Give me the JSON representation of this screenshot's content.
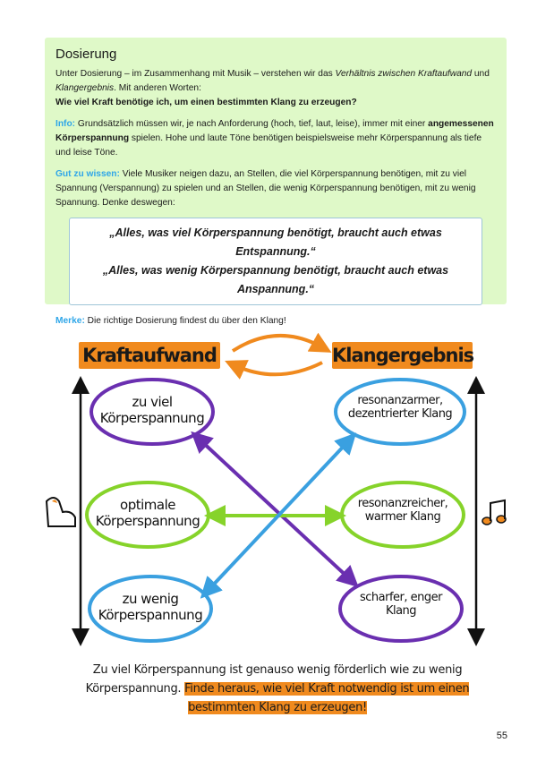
{
  "section": {
    "title": "Dosierung",
    "intro_1": "Unter Dosierung – im Zusammenhang mit Musik – verstehen wir das ",
    "intro_italic_1": "Verhältnis zwischen Kraftaufwand",
    "intro_2": " und ",
    "intro_italic_2": "Klangergebnis",
    "intro_3": ". Mit anderen Worten:",
    "question": "Wie viel Kraft benötige ich, um einen bestimmten Klang zu erzeugen?",
    "info_label": "Info:",
    "info_1": " Grundsätzlich müssen wir, je nach Anforderung (hoch, tief, laut, leise), immer mit einer ",
    "info_bold": "angemessenen Körperspannung",
    "info_2": " spielen. Hohe und laute Töne benötigen beispielsweise mehr Körperspannung als tiefe und leise Töne.",
    "gut_label": "Gut zu wissen:",
    "gut_text": " Viele Musiker neigen dazu, an Stellen, die viel Körperspannung benötigen, mit zu viel Spannung (Verspannung) zu spielen und an Stellen, die wenig Körperspannung benötigen, mit zu wenig Spannung. Denke deswegen:",
    "quote_1": "„Alles, was viel Körperspannung benötigt, braucht auch etwas Entspannung.“",
    "quote_2": "„Alles, was wenig Körperspannung benötigt, braucht auch etwas Anspannung.“",
    "merke_label": "Merke:",
    "merke_text": " Die richtige Dosierung findest du über den Klang!"
  },
  "diagram": {
    "left_heading": "Kraftaufwand",
    "right_heading": "Klangergebnis",
    "left_items": [
      "zu viel Körperspannung",
      "optimale Körperspannung",
      "zu wenig Körperspannung"
    ],
    "right_items": [
      "resonanzarmer, dezentrierter Klang",
      "resonanzreicher, warmer Klang",
      "scharfer, enger Klang"
    ],
    "left_icon": "flexed-arm-icon",
    "right_icon": "music-notes-icon",
    "colors": {
      "orange": "#f08a1e",
      "purple": "#6a2fb0",
      "green": "#86d32a",
      "blue": "#3aa0e0"
    }
  },
  "footer": {
    "text_1": "Zu viel Körperspannung ist genauso wenig förderlich wie zu wenig Körperspannung. ",
    "text_highlight": "Finde heraus, wie viel Kraft notwendig ist um einen bestimmten Klang zu erzeugen!",
    "page_number": "55"
  }
}
